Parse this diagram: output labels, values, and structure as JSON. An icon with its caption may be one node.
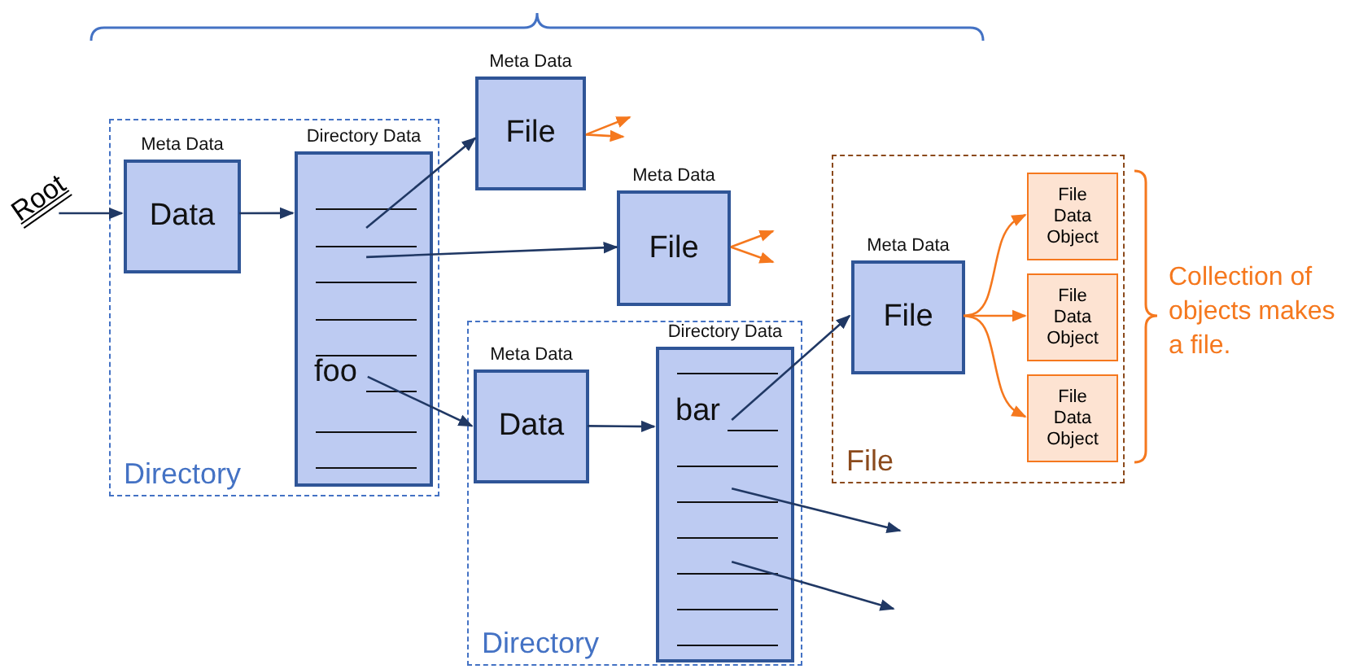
{
  "diagram": {
    "nodes": [
      {
        "text": [
          "Root"
        ]
      },
      {
        "text": [
          "Directory"
        ]
      },
      {
        "text": [
          "Meta Data",
          "Data"
        ],
        "in": 1
      },
      {
        "text": [
          "Directory Data",
          "foo"
        ],
        "in": 1
      },
      {
        "text": [
          "Meta Data",
          "File"
        ]
      },
      {
        "text": [
          "Meta Data",
          "File"
        ]
      },
      {
        "text": [
          "Directory"
        ]
      },
      {
        "text": [
          "Meta Data",
          "Data"
        ],
        "in": 6
      },
      {
        "text": [
          "Directory Data",
          "bar"
        ],
        "in": 6
      },
      {
        "text": [
          "File"
        ]
      },
      {
        "text": [
          "Meta Data",
          "File"
        ],
        "in": 9
      },
      {
        "text": [
          "File Data Object"
        ],
        "in": 9
      },
      {
        "text": [
          "File Data Object"
        ],
        "in": 9
      },
      {
        "text": [
          "File Data Object"
        ],
        "in": 9
      }
    ],
    "edges": [
      {
        "from": 0,
        "to": 2,
        "arrow": "to"
      },
      {
        "from": 2,
        "to": 3,
        "arrow": "to"
      },
      {
        "from": 3,
        "to": 4,
        "arrow": "to"
      },
      {
        "from": 3,
        "to": 5,
        "arrow": "to"
      },
      {
        "from": 3,
        "to": 7,
        "arrow": "to"
      },
      {
        "from": 7,
        "to": 8,
        "arrow": "to"
      },
      {
        "from": 8,
        "to": 10,
        "arrow": "to"
      },
      {
        "from": 8,
        "to": null,
        "arrow": "to"
      },
      {
        "from": 8,
        "to": null,
        "arrow": "to"
      },
      {
        "from": 4,
        "to": null,
        "arrow": "to",
        "color": "#f5781e"
      },
      {
        "from": 4,
        "to": null,
        "arrow": "to",
        "color": "#f5781e"
      },
      {
        "from": 5,
        "to": null,
        "arrow": "to",
        "color": "#f5781e"
      },
      {
        "from": 5,
        "to": null,
        "arrow": "to",
        "color": "#f5781e"
      },
      {
        "from": 10,
        "to": 11,
        "arrow": "to",
        "color": "#f5781e"
      },
      {
        "from": 10,
        "to": 12,
        "arrow": "to",
        "color": "#f5781e"
      },
      {
        "from": 10,
        "to": 13,
        "arrow": "to",
        "color": "#f5781e"
      }
    ],
    "labels": [
      "Collection of objects makes a file."
    ]
  }
}
